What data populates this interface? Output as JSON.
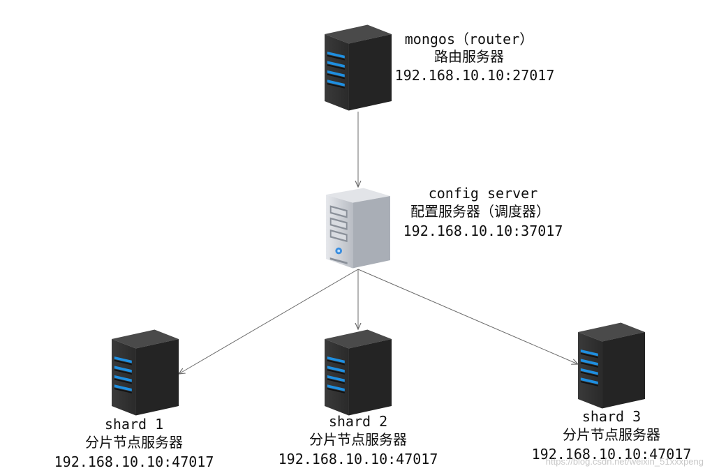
{
  "diagram": {
    "nodes": {
      "router": {
        "icon": "dark-server-icon",
        "line1": "mongos（router）",
        "line2": "路由服务器",
        "line3": "192.168.10.10:27017"
      },
      "config": {
        "icon": "light-server-icon",
        "line1": "config server",
        "line2": "配置服务器（调度器）",
        "line3": "192.168.10.10:37017"
      },
      "shard1": {
        "icon": "dark-server-icon",
        "line1": "shard 1",
        "line2": "分片节点服务器",
        "line3": "192.168.10.10:47017"
      },
      "shard2": {
        "icon": "dark-server-icon",
        "line1": "shard 2",
        "line2": "分片节点服务器",
        "line3": "192.168.10.10:47017"
      },
      "shard3": {
        "icon": "dark-server-icon",
        "line1": "shard 3",
        "line2": "分片节点服务器",
        "line3": "192.168.10.10:47017"
      }
    },
    "edges": [
      {
        "from": "router",
        "to": "config"
      },
      {
        "from": "config",
        "to": "shard1"
      },
      {
        "from": "config",
        "to": "shard2"
      },
      {
        "from": "config",
        "to": "shard3"
      }
    ],
    "colors": {
      "server_dark": "#2b2b2b",
      "server_led": "#1f8fe0",
      "server_light": "#c9ccd1",
      "arrow": "#6b6b6b"
    },
    "watermark": "https://blog.csdn.net/weixin_51xxxpeng"
  }
}
